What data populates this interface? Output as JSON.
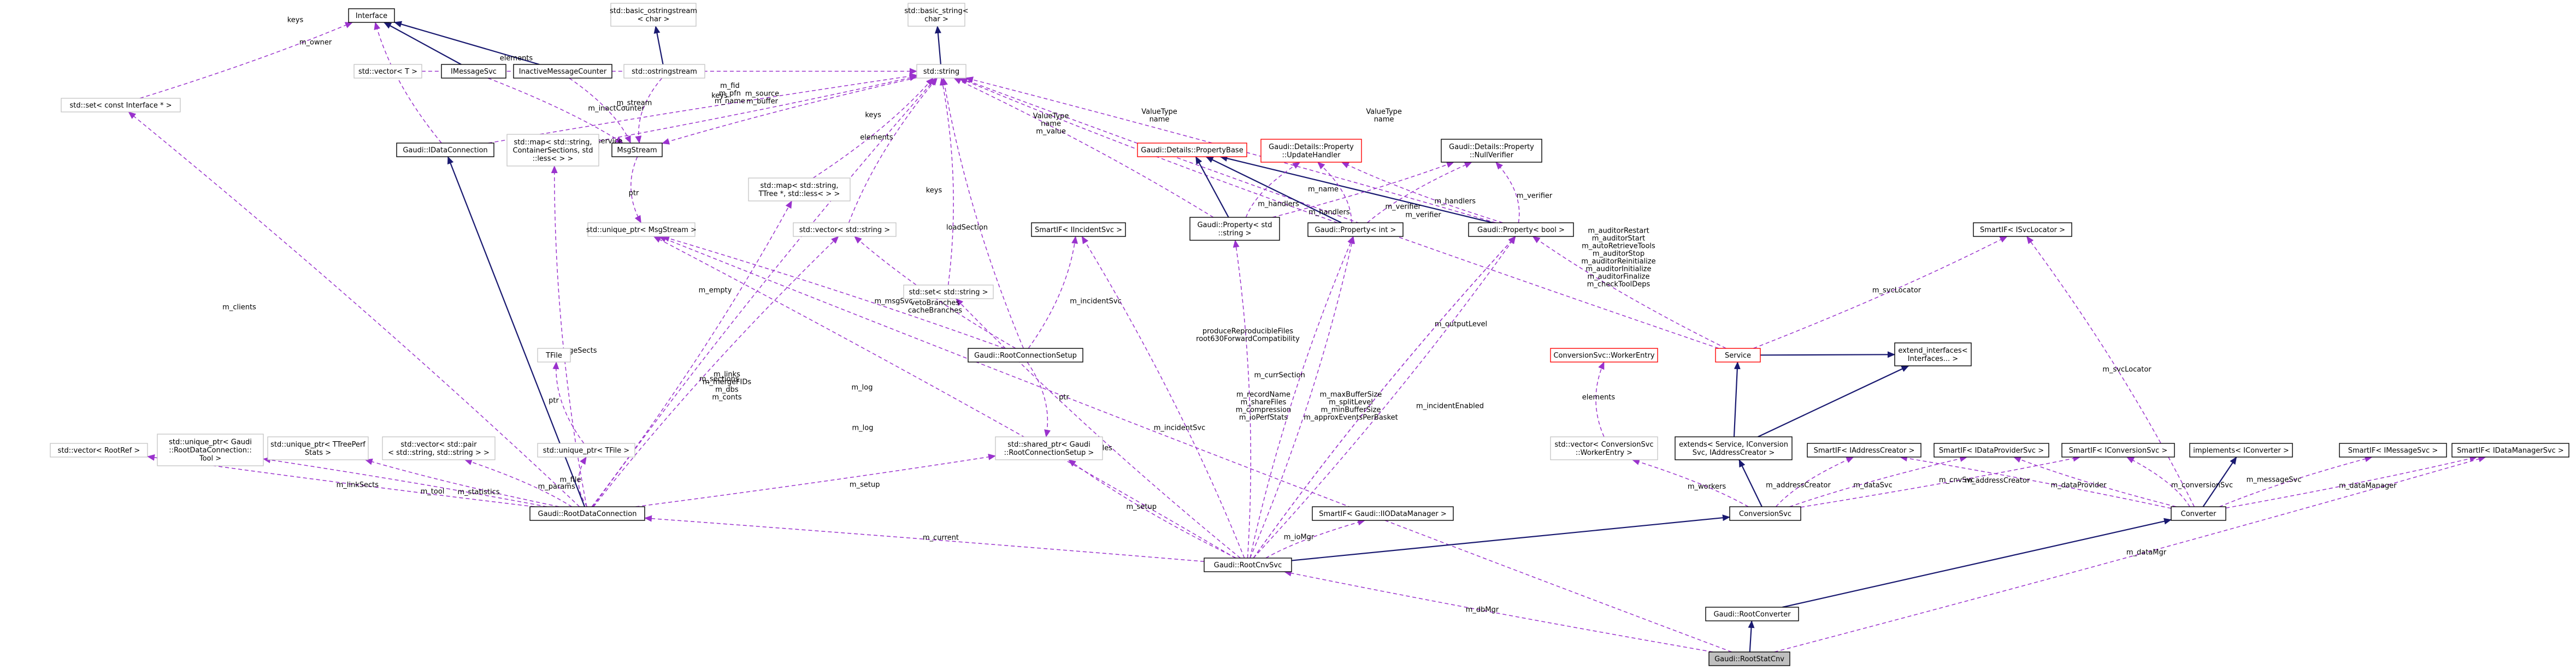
{
  "nodes": {
    "interface": "Interface",
    "basic_ostringstream": [
      "std::basic_ostringstream",
      "< char >"
    ],
    "basic_string": [
      "std::basic_string<",
      "char >"
    ],
    "set_const_interface": "std::set< const Interface * >",
    "vector_t": "std::vector< T >",
    "imessagesvc": "IMessageSvc",
    "inactive_message_counter": "InactiveMessageCounter",
    "ostringstream": "std::ostringstream",
    "string": "std::string",
    "idataconnection": "Gaudi::IDataConnection",
    "map_containersections": [
      "std::map< std::string,",
      "ContainerSections, std",
      "::less< > >"
    ],
    "msgstream": "MsgStream",
    "map_ttree": [
      "std::map< std::string,",
      "TTree *, std::less< > >"
    ],
    "details_propertybase": "Gaudi::Details::PropertyBase",
    "details_updatehandler": [
      "Gaudi::Details::Property",
      "::UpdateHandler"
    ],
    "details_nullverifier": [
      "Gaudi::Details::Property",
      "::NullVerifier"
    ],
    "unique_ptr_msgstream": "std::unique_ptr< MsgStream >",
    "vector_string": "std::vector< std::string >",
    "smartif_iincidentsvc": "SmartIF< IIncidentSvc >",
    "property_string": [
      "Gaudi::Property< std",
      "::string >"
    ],
    "property_int": "Gaudi::Property< int >",
    "property_bool": "Gaudi::Property< bool >",
    "smartif_isvclocator": "SmartIF< ISvcLocator >",
    "set_string": "std::set< std::string >",
    "tfile": "TFile",
    "rootconnectionsetup": "Gaudi::RootConnectionSetup",
    "conversionsvc_workerentry": "ConversionSvc::WorkerEntry",
    "service": "Service",
    "extend_interfaces": [
      "extend_interfaces<",
      "Interfaces... >"
    ],
    "unique_ptr_tfile": "std::unique_ptr< TFile >",
    "shared_ptr_rootconnectionsetup": [
      "std::shared_ptr< Gaudi",
      "::RootConnectionSetup >"
    ],
    "vector_workerentry": [
      "std::vector< ConversionSvc",
      "::WorkerEntry >"
    ],
    "extends_service": [
      "extends< Service, IConversion",
      "Svc, IAddressCreator >"
    ],
    "vector_rootref": "std::vector< RootRef >",
    "unique_ptr_tool": [
      "std::unique_ptr< Gaudi",
      "::RootDataConnection::",
      "Tool >"
    ],
    "unique_ptr_ttreeperf": [
      "std::unique_ptr< TTreePerf",
      "Stats >"
    ],
    "vector_pair": [
      "std::vector< std::pair",
      "< std::string, std::string > >"
    ],
    "smartif_iaddresscreator": "SmartIF< IAddressCreator >",
    "smartif_idataprovidersvc": "SmartIF< IDataProviderSvc >",
    "smartif_iconversionsvc": "SmartIF< IConversionSvc >",
    "implements_iconverter": "implements< IConverter >",
    "smartif_imessagesvc": "SmartIF< IMessageSvc >",
    "smartif_idatamanagersvc": "SmartIF< IDataManagerSvc >",
    "rootdataconnection": "Gaudi::RootDataConnection",
    "smartif_iiodatamanager": "SmartIF< Gaudi::IIODataManager >",
    "conversionsvc": "ConversionSvc",
    "converter": "Converter",
    "rootcnvsvc": "Gaudi::RootCnvSvc",
    "rootconverter": "Gaudi::RootConverter",
    "rootstatcnv": "Gaudi::RootStatCnv"
  },
  "edge_labels": {
    "keys_interface": "keys",
    "m_owner": "m_owner",
    "elements_vector_t": "elements",
    "m_service": "m_service",
    "fid_pfn_name": [
      "m_fid",
      "m_pfn",
      "m_name"
    ],
    "m_inactcounter": "m_inactCounter",
    "m_stream": "m_stream",
    "keys_map_cs": "keys",
    "source_buffer": [
      "m_source",
      "m_buffer"
    ],
    "keys_map_ttree": "keys",
    "elements_vector_string": "elements",
    "keys_set_string": "keys",
    "loadsection": "loadSection",
    "valuetype_name_value": [
      "ValueType",
      "name",
      "m_value"
    ],
    "valuetype_name_int": [
      "ValueType",
      "name"
    ],
    "valuetype_name_bool": [
      "ValueType",
      "name"
    ],
    "m_name": "m_name",
    "m_handlers_1": "m_handlers",
    "m_handlers_2": "m_handlers",
    "m_handlers_3": "m_handlers",
    "m_verifier_1": "m_verifier",
    "m_verifier_2": "m_verifier",
    "m_verifier_3": "m_verifier",
    "ptr_msgstream": "ptr",
    "m_clients": "m_clients",
    "m_empty": "m_empty",
    "m_msgsvc": "m_msgSvc",
    "vetobranches": [
      "vetoBranches",
      "cacheBranches"
    ],
    "m_incidentsvc_setup": "m_incidentSvc",
    "produce_repro": [
      "produceReproducibleFiles",
      "root630ForwardCompatibility"
    ],
    "m_outputlevel": "m_outputLevel",
    "auditor_block": [
      "m_auditorRestart",
      "m_auditorStart",
      "m_autoRetrieveTools",
      "m_auditorStop",
      "m_auditorReinitialize",
      "m_auditorInitialize",
      "m_auditorFinalize",
      "m_checkToolDeps"
    ],
    "m_svclocator_service": "m_svcLocator",
    "m_mergesects": "m_mergeSects",
    "m_sections": "m_sections",
    "links_block": [
      "m_links",
      "m_mergeFIDs",
      "m_dbs",
      "m_conts"
    ],
    "m_currsection": "m_currSection",
    "ptr_tfile": "ptr",
    "ptr_shared": "ptr",
    "elements_workerentry": "elements",
    "m_log_conn": "m_log",
    "m_badfiles": "m_badFiles",
    "m_incidentsvc_cnv": "m_incidentSvc",
    "record_block": [
      "m_recordName",
      "m_shareFiles",
      "m_compression",
      "m_ioPerfStats"
    ],
    "maxbuffer_block": [
      "m_maxBufferSize",
      "m_splitLevel",
      "m_minBufferSize",
      "m_approxEventsPerBasket"
    ],
    "m_incidentenabled": "m_incidentEnabled",
    "m_svclocator_conv": "m_svcLocator",
    "m_linksects": "m_linkSects",
    "m_tool": "m_tool",
    "m_statistics": "m_statistics",
    "m_params": "m_params",
    "m_file": "m_file",
    "m_setup_conn": "m_setup",
    "m_setup_cnv": "m_setup",
    "m_workers": "m_workers",
    "m_addresscreator_1": "m_addressCreator",
    "m_addresscreator_2": "m_addressCreator",
    "m_datasvc": "m_dataSvc",
    "m_cnvsvc": "m_cnvSvc",
    "m_dataprovider": "m_dataProvider",
    "m_conversionsvc": "m_conversionSvc",
    "m_messagesvc": "m_messageSvc",
    "m_datamanager": "m_dataManager",
    "m_iomgr": "m_ioMgr",
    "m_current": "m_current",
    "m_dbmgr": "m_dbMgr",
    "m_datamgr": "m_dataMgr",
    "m_log_stat": "m_log"
  }
}
